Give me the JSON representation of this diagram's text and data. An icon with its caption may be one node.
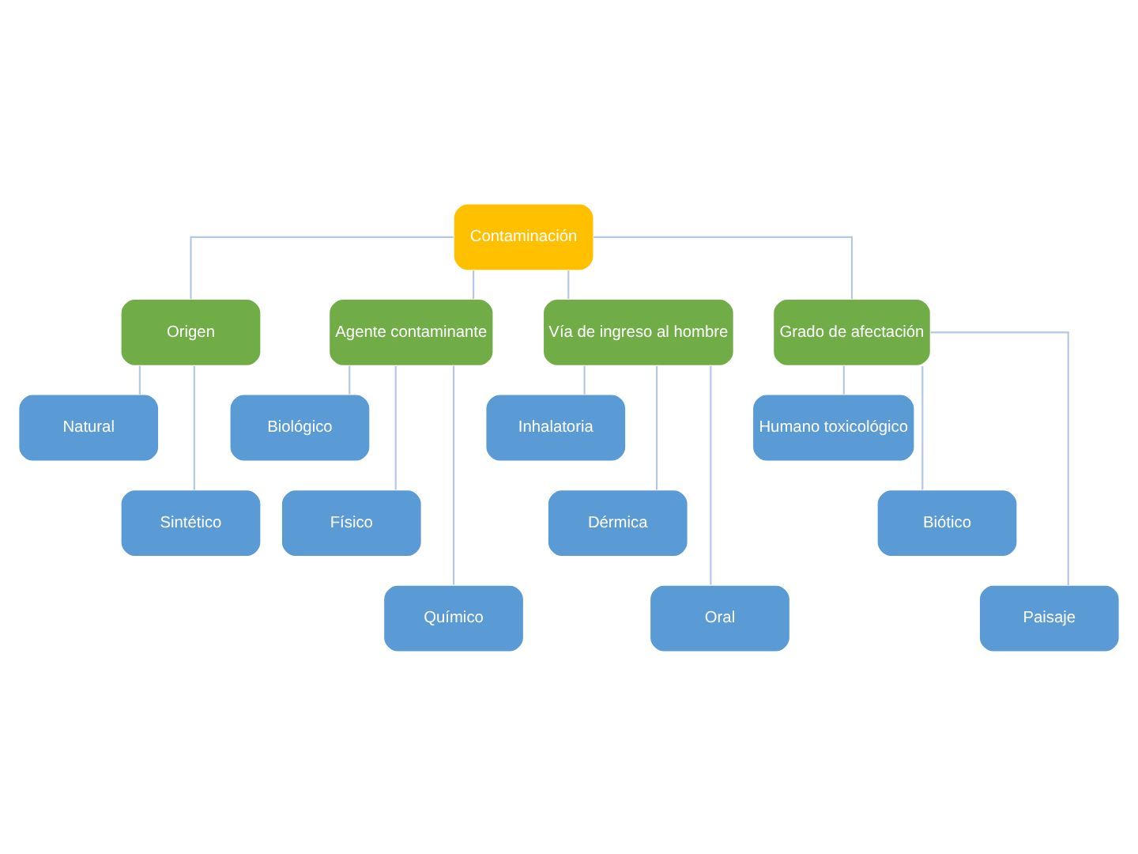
{
  "diagram": {
    "nodes": [
      {
        "text": [
          "Contaminación"
        ]
      },
      {
        "text": [
          "Origen"
        ]
      },
      {
        "text": [
          "Agente contaminante"
        ]
      },
      {
        "text": [
          "Vía de ingreso al hombre"
        ]
      },
      {
        "text": [
          "Grado de afectación"
        ]
      },
      {
        "text": [
          "Natural"
        ]
      },
      {
        "text": [
          "Sintético"
        ]
      },
      {
        "text": [
          "Biológico"
        ]
      },
      {
        "text": [
          "Físico"
        ]
      },
      {
        "text": [
          "Químico"
        ]
      },
      {
        "text": [
          "Inhalatoria"
        ]
      },
      {
        "text": [
          "Dérmica"
        ]
      },
      {
        "text": [
          "Oral"
        ]
      },
      {
        "text": [
          "Humano toxicológico"
        ]
      },
      {
        "text": [
          "Biótico"
        ]
      },
      {
        "text": [
          "Paisaje"
        ]
      }
    ],
    "edges": [
      {
        "from": 0,
        "to": 1,
        "arrow": "none"
      },
      {
        "from": 0,
        "to": 2,
        "arrow": "none"
      },
      {
        "from": 0,
        "to": 3,
        "arrow": "none"
      },
      {
        "from": 0,
        "to": 4,
        "arrow": "none"
      },
      {
        "from": 1,
        "to": 5,
        "arrow": "none"
      },
      {
        "from": 1,
        "to": 6,
        "arrow": "none"
      },
      {
        "from": 2,
        "to": 7,
        "arrow": "none"
      },
      {
        "from": 2,
        "to": 8,
        "arrow": "none"
      },
      {
        "from": 2,
        "to": 9,
        "arrow": "none"
      },
      {
        "from": 3,
        "to": 10,
        "arrow": "none"
      },
      {
        "from": 3,
        "to": 11,
        "arrow": "none"
      },
      {
        "from": 3,
        "to": 12,
        "arrow": "none"
      },
      {
        "from": 4,
        "to": 13,
        "arrow": "none"
      },
      {
        "from": 4,
        "to": 14,
        "arrow": "none"
      },
      {
        "from": 4,
        "to": 15,
        "arrow": "none"
      }
    ]
  }
}
